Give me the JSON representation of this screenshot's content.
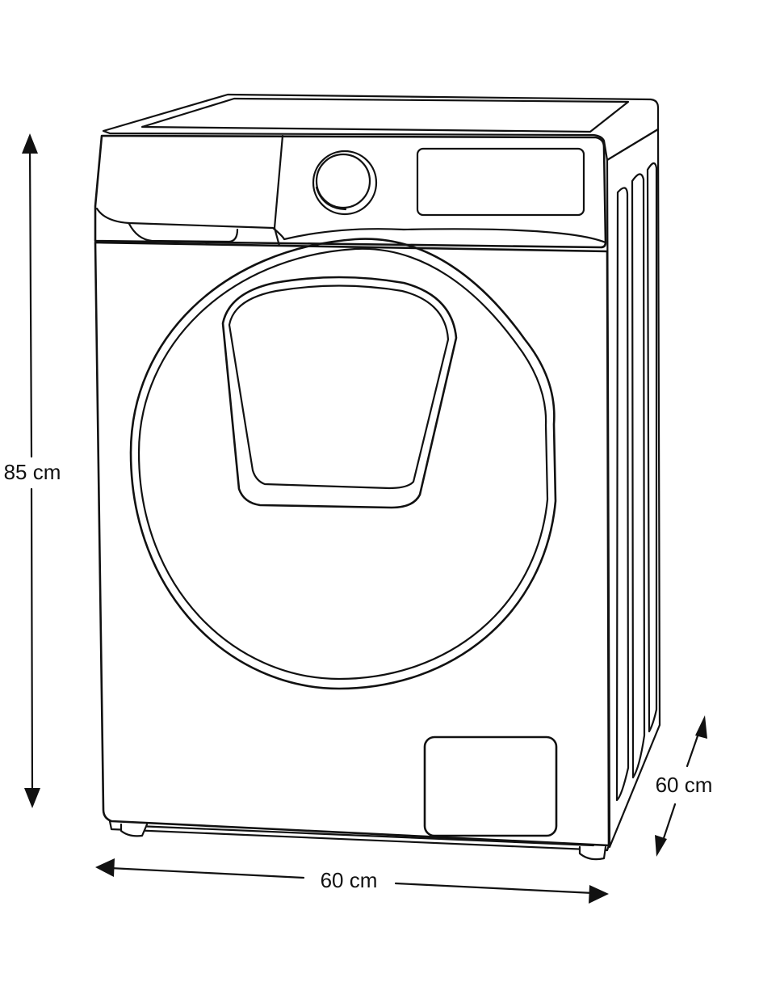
{
  "diagram": {
    "subject": "washing-machine",
    "line_color": "#111111",
    "background_color": "#ffffff",
    "dimensions": {
      "height": {
        "label": "85 cm"
      },
      "width": {
        "label": "60 cm"
      },
      "depth": {
        "label": "60 cm"
      }
    }
  }
}
